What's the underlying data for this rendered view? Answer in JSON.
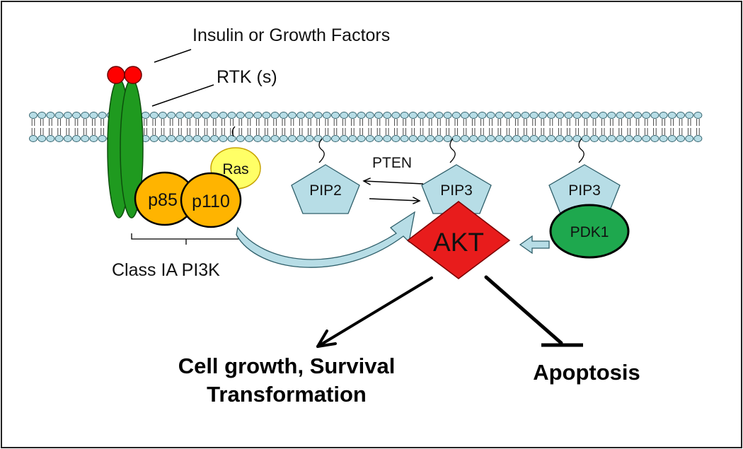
{
  "labels": {
    "ligand": "Insulin or Growth Factors",
    "receptor": "RTK (s)",
    "pi3k_class": "Class IA PI3K",
    "pten": "PTEN",
    "outcome_growth_line1": "Cell growth, Survival",
    "outcome_growth_line2": "Transformation",
    "outcome_apoptosis": "Apoptosis"
  },
  "molecules": {
    "p85": "p85",
    "p110": "p110",
    "ras": "Ras",
    "pip2": "PIP2",
    "pip3_center": "PIP3",
    "pip3_right": "PIP3",
    "akt": "AKT",
    "pdk1": "PDK1"
  },
  "colors": {
    "ligand": "#ff0000",
    "receptor": "#1f9a1f",
    "p85_p110": "#ffb400",
    "ras": "#ffff66",
    "pip": "#b7dde6",
    "akt": "#e81c1c",
    "pdk1": "#1ea84e",
    "membrane_head": "#b7dde6",
    "arrow_fill": "#b7dde6"
  }
}
